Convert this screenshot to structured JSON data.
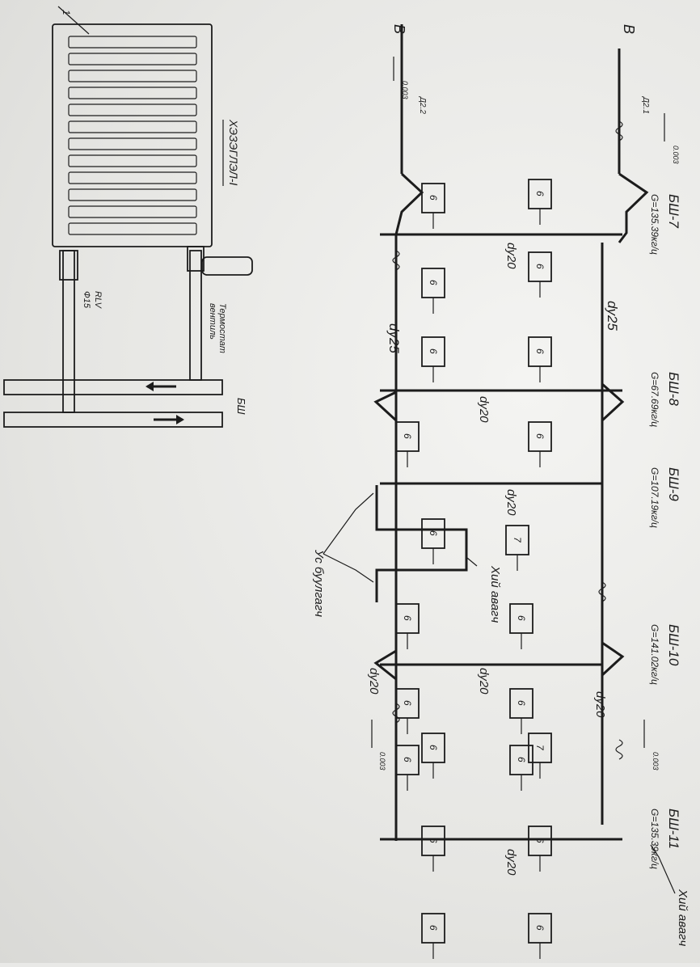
{
  "colors": {
    "ink": "#1c1c1c",
    "paper": "#f2f2f0"
  },
  "rotated_labels": {
    "letter_top": "B",
    "letter_mid": "B",
    "risers": [
      {
        "id": "БШ-7",
        "flow": "G=135.39кг/ц"
      },
      {
        "id": "БШ-8",
        "flow": "G=67.69кг/ц"
      },
      {
        "id": "БШ-9",
        "flow": "G=107.19кг/ц"
      },
      {
        "id": "БШ-10",
        "flow": "G=141.02кг/ц"
      },
      {
        "id": "БШ-11",
        "flow": "G=135.39кг/ц"
      }
    ],
    "pipe_sizes": {
      "dy25_top": "dy25",
      "dy25_mid": "dy25",
      "dy20_a": "dy20",
      "dy20_b": "dy20",
      "dy20_c": "dy20",
      "dy20_d": "dy20",
      "dy20_e": "dy20",
      "dy20_f": "dy20",
      "dy20_g": "dy20"
    },
    "line_codes": {
      "t1": "Д2.1",
      "t2": "Д2.2"
    },
    "slopes": {
      "s1": "0.003",
      "s2": "0.003",
      "s3": "0.003",
      "s4": "0.003"
    },
    "air_vent_1": "Хий авагч",
    "air_vent_2": "Хий авагч",
    "drain": "Ус буулгагч",
    "detail_title": "ХЭЗЭГЛЭЛ-I",
    "detail_number": "1",
    "thermostat": "Термостат",
    "valve": "вентиль",
    "rlv": "RLV",
    "rlv_size": "Ф15",
    "bsh": "БШ",
    "radiator_codes": [
      "6",
      "6",
      "6",
      "6",
      "6",
      "6",
      "6",
      "6",
      "7",
      "6",
      "6",
      "6",
      "6",
      "7",
      "6",
      "6",
      "6",
      "6",
      "6",
      "6",
      "6",
      "6"
    ]
  }
}
